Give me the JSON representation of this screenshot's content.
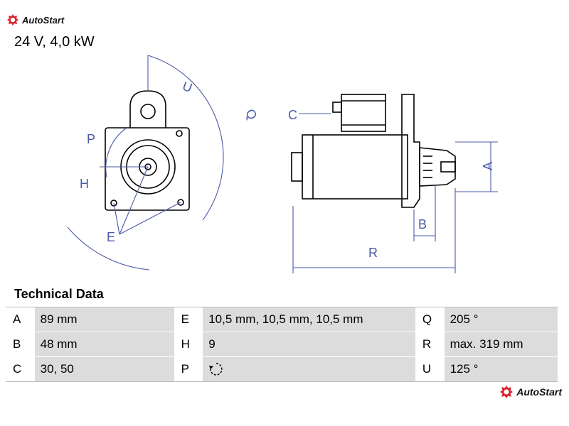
{
  "brand": {
    "name": "AutoStart",
    "color": "#d9232a"
  },
  "spec_line": "24 V, 4,0 kW",
  "drawing_labels": {
    "U": "U",
    "Q": "Q",
    "P": "P",
    "H": "H",
    "E": "E",
    "C": "C",
    "A": "A",
    "B": "B",
    "R": "R"
  },
  "technical_data": {
    "title": "Technical Data",
    "rows": [
      [
        {
          "k": "A",
          "v": "89 mm"
        },
        {
          "k": "E",
          "v": "10,5 mm, 10,5 mm, 10,5 mm"
        },
        {
          "k": "Q",
          "v": "205 °"
        }
      ],
      [
        {
          "k": "B",
          "v": "48 mm"
        },
        {
          "k": "H",
          "v": "9"
        },
        {
          "k": "R",
          "v": "max. 319 mm"
        }
      ],
      [
        {
          "k": "C",
          "v": "30, 50"
        },
        {
          "k": "P",
          "v": ""
        },
        {
          "k": "U",
          "v": "125 °"
        }
      ]
    ],
    "p_icon": "clockwise-rotation-icon"
  }
}
